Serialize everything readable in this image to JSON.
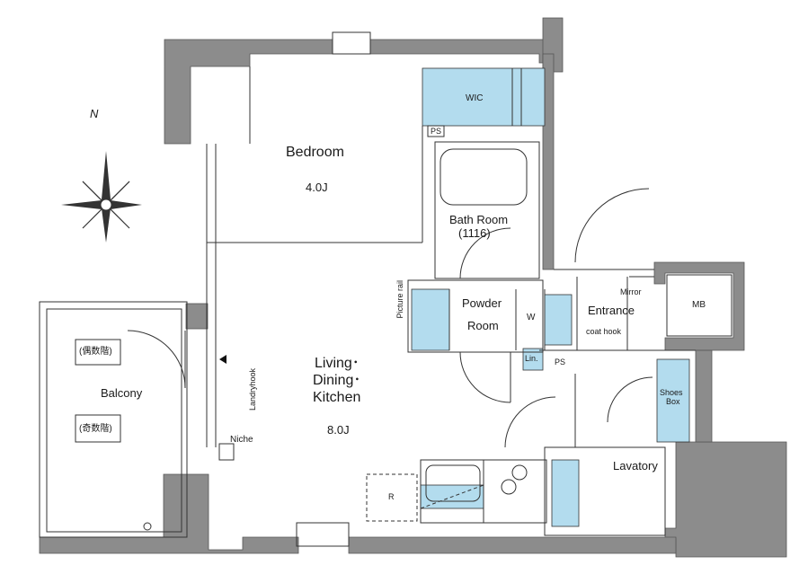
{
  "rooms": {
    "bedroom": {
      "name": "Bedroom",
      "size": "4.0J"
    },
    "ldk": {
      "line1": "Living･",
      "line2": "Dining･",
      "line3": "Kitchen",
      "size": "8.0J"
    },
    "bath": {
      "name": "Bath Room",
      "size": "(1116)"
    },
    "powder": {
      "line1": "Powder",
      "line2": "Room"
    },
    "entrance": {
      "name": "Entrance"
    },
    "lavatory": {
      "name": "Lavatory"
    },
    "balcony": {
      "name": "Balcony"
    },
    "wic": {
      "name": "WIC"
    },
    "mb": {
      "name": "MB"
    }
  },
  "fixtures": {
    "ps_top": "PS",
    "ps_mid": "PS",
    "w": "W",
    "lin": "Lin.",
    "r": "R",
    "mirror": "Mirror",
    "coat_hook": "coat hook",
    "shoes_line1": "Shoes",
    "shoes_line2": "Box",
    "niche": "Niche",
    "laundry_hook": "Landryhook",
    "picture_rail": "Picture rail",
    "even_floor": "(偶数階)",
    "odd_floor": "(奇数階)"
  },
  "compass": {
    "north": "N"
  },
  "colors": {
    "wall": "#8c8c8c",
    "accent": "#b3dcee",
    "line": "#333333"
  }
}
